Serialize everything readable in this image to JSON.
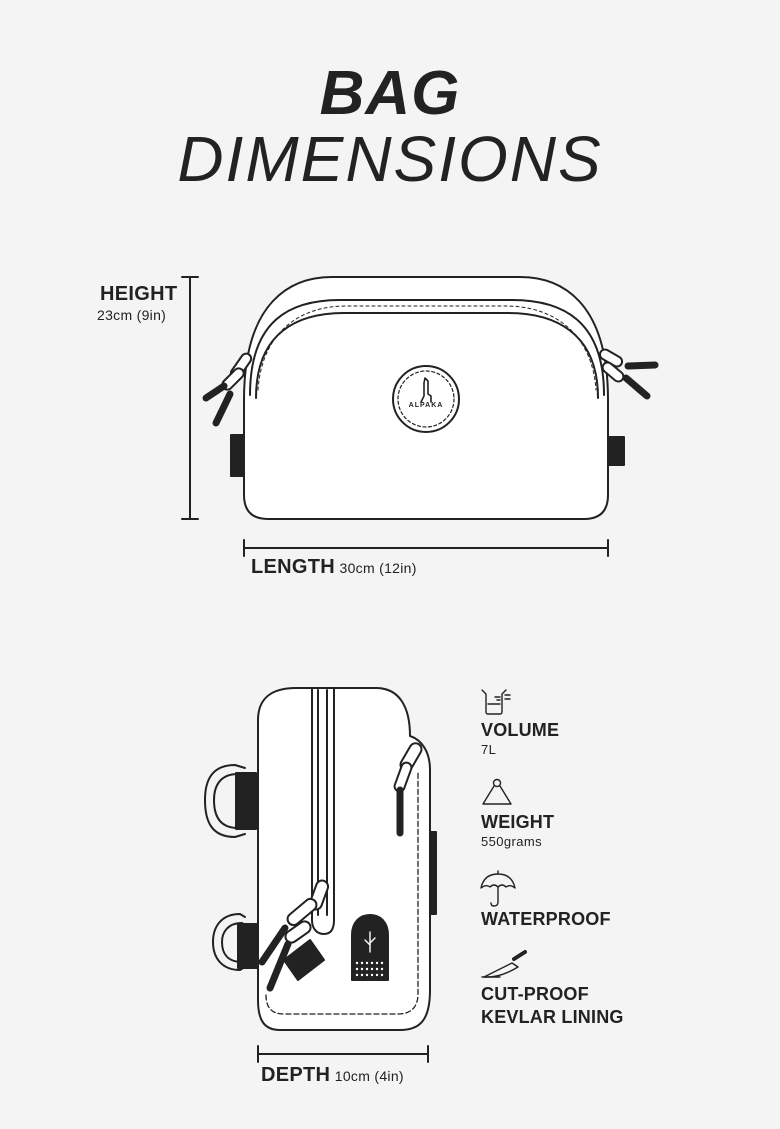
{
  "title": {
    "line1": "BAG",
    "line2": "DIMENSIONS"
  },
  "front_view": {
    "height_label": "HEIGHT",
    "height_value": "23cm (9in)",
    "length_label": "LENGTH",
    "length_value": "30cm (12in)",
    "badge_text": "ALPAKA"
  },
  "side_view": {
    "depth_label": "DEPTH",
    "depth_value": "10cm (4in)"
  },
  "features": [
    {
      "title": "VOLUME",
      "value": "7L",
      "icon": "beaker-icon"
    },
    {
      "title": "WEIGHT",
      "value": "550grams",
      "icon": "weight-icon"
    },
    {
      "title": "WATERPROOF",
      "icon": "umbrella-icon"
    },
    {
      "title": "CUT-PROOF",
      "title2": "KEVLAR LINING",
      "icon": "knife-icon"
    }
  ],
  "colors": {
    "background": "#f4f4f4",
    "ink": "#222222",
    "bag_fill": "#ffffff"
  }
}
